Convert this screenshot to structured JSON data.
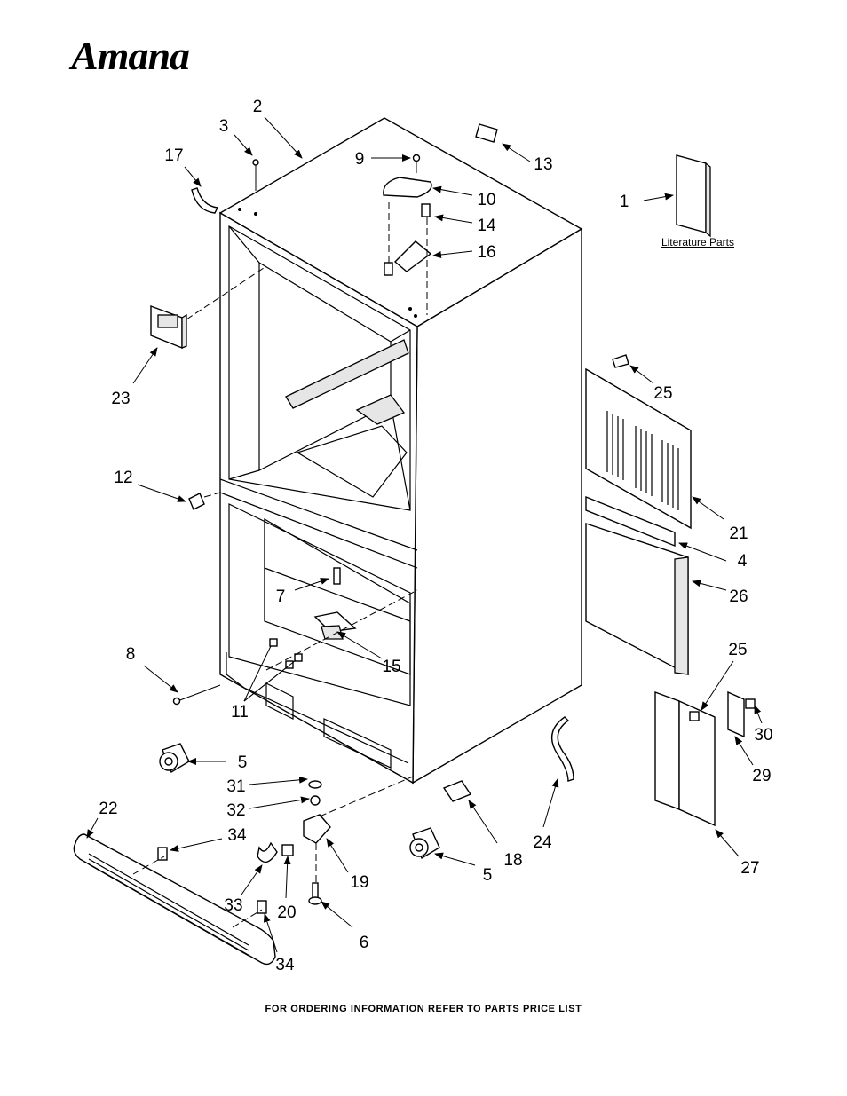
{
  "brand": {
    "logo_text": "Amana"
  },
  "literature": {
    "label": "Literature Parts"
  },
  "footer": {
    "text": "FOR ORDERING INFORMATION REFER TO PARTS PRICE LIST"
  },
  "callouts": {
    "c1": "1",
    "c2": "2",
    "c3": "3",
    "c4": "4",
    "c5a": "5",
    "c5b": "5",
    "c6": "6",
    "c7": "7",
    "c8": "8",
    "c9": "9",
    "c10": "10",
    "c11": "11",
    "c12": "12",
    "c13": "13",
    "c14": "14",
    "c15": "15",
    "c16": "16",
    "c17": "17",
    "c18": "18",
    "c19": "19",
    "c20": "20",
    "c21": "21",
    "c22": "22",
    "c23": "23",
    "c24": "24",
    "c25a": "25",
    "c25b": "25",
    "c26": "26",
    "c27": "27",
    "c29": "29",
    "c30": "30",
    "c31": "31",
    "c32": "32",
    "c33": "33",
    "c34a": "34",
    "c34b": "34"
  }
}
